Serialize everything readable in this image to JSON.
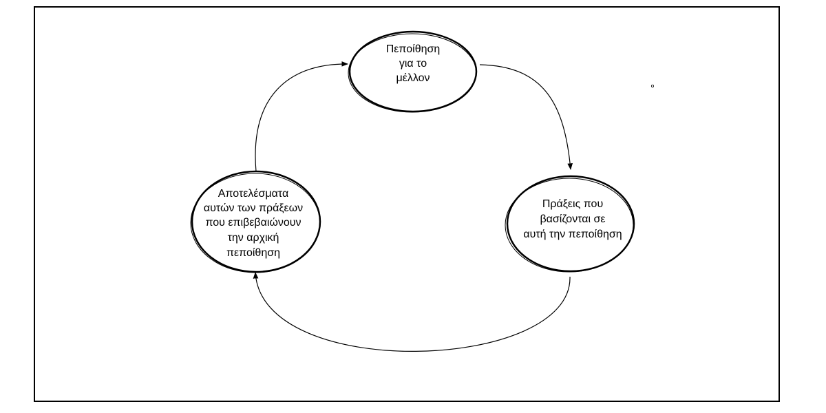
{
  "diagram": {
    "nodes": [
      {
        "id": "confidence",
        "lines": [
          "Πεποίθηση",
          "για το",
          "μέλλον"
        ]
      },
      {
        "id": "actions",
        "lines": [
          "Πράξεις που",
          "βασίζονται σε",
          "αυτή την πεποίθηση"
        ]
      },
      {
        "id": "results",
        "lines": [
          "Αποτελέσματα",
          "αυτών των πράξεων",
          "που επιβεβαιώνουν",
          "την αρχική",
          "πεποίθηση"
        ]
      }
    ],
    "edges": [
      {
        "from": "confidence",
        "to": "actions"
      },
      {
        "from": "actions",
        "to": "results"
      },
      {
        "from": "results",
        "to": "confidence"
      }
    ],
    "colors": {
      "stroke": "#000000",
      "background": "#ffffff"
    }
  }
}
